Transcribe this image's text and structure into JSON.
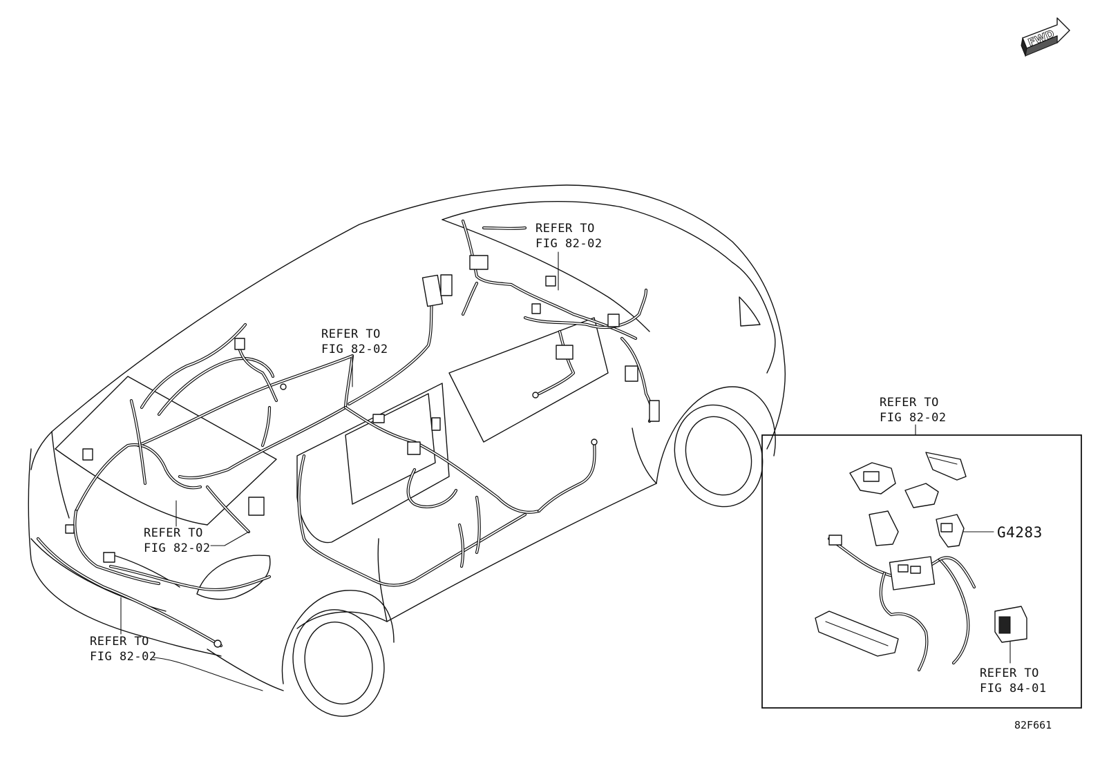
{
  "fwd_indicator": {
    "text": "FWD"
  },
  "callouts": [
    {
      "id": "roof",
      "line1": "REFER TO",
      "line2": "FIG 82-02"
    },
    {
      "id": "center",
      "line1": "REFER TO",
      "line2": "FIG 82-02"
    },
    {
      "id": "rear-lower",
      "line1": "REFER TO",
      "line2": "FIG 82-02"
    },
    {
      "id": "bumper",
      "line1": "REFER TO",
      "line2": "FIG 82-02"
    },
    {
      "id": "inset-top",
      "line1": "REFER TO",
      "line2": "FIG 82-02"
    },
    {
      "id": "inset-bottom",
      "line1": "REFER TO",
      "line2": "FIG 84-01"
    }
  ],
  "part_labels": {
    "bracket": "G4283"
  },
  "figure_code": "82F661"
}
